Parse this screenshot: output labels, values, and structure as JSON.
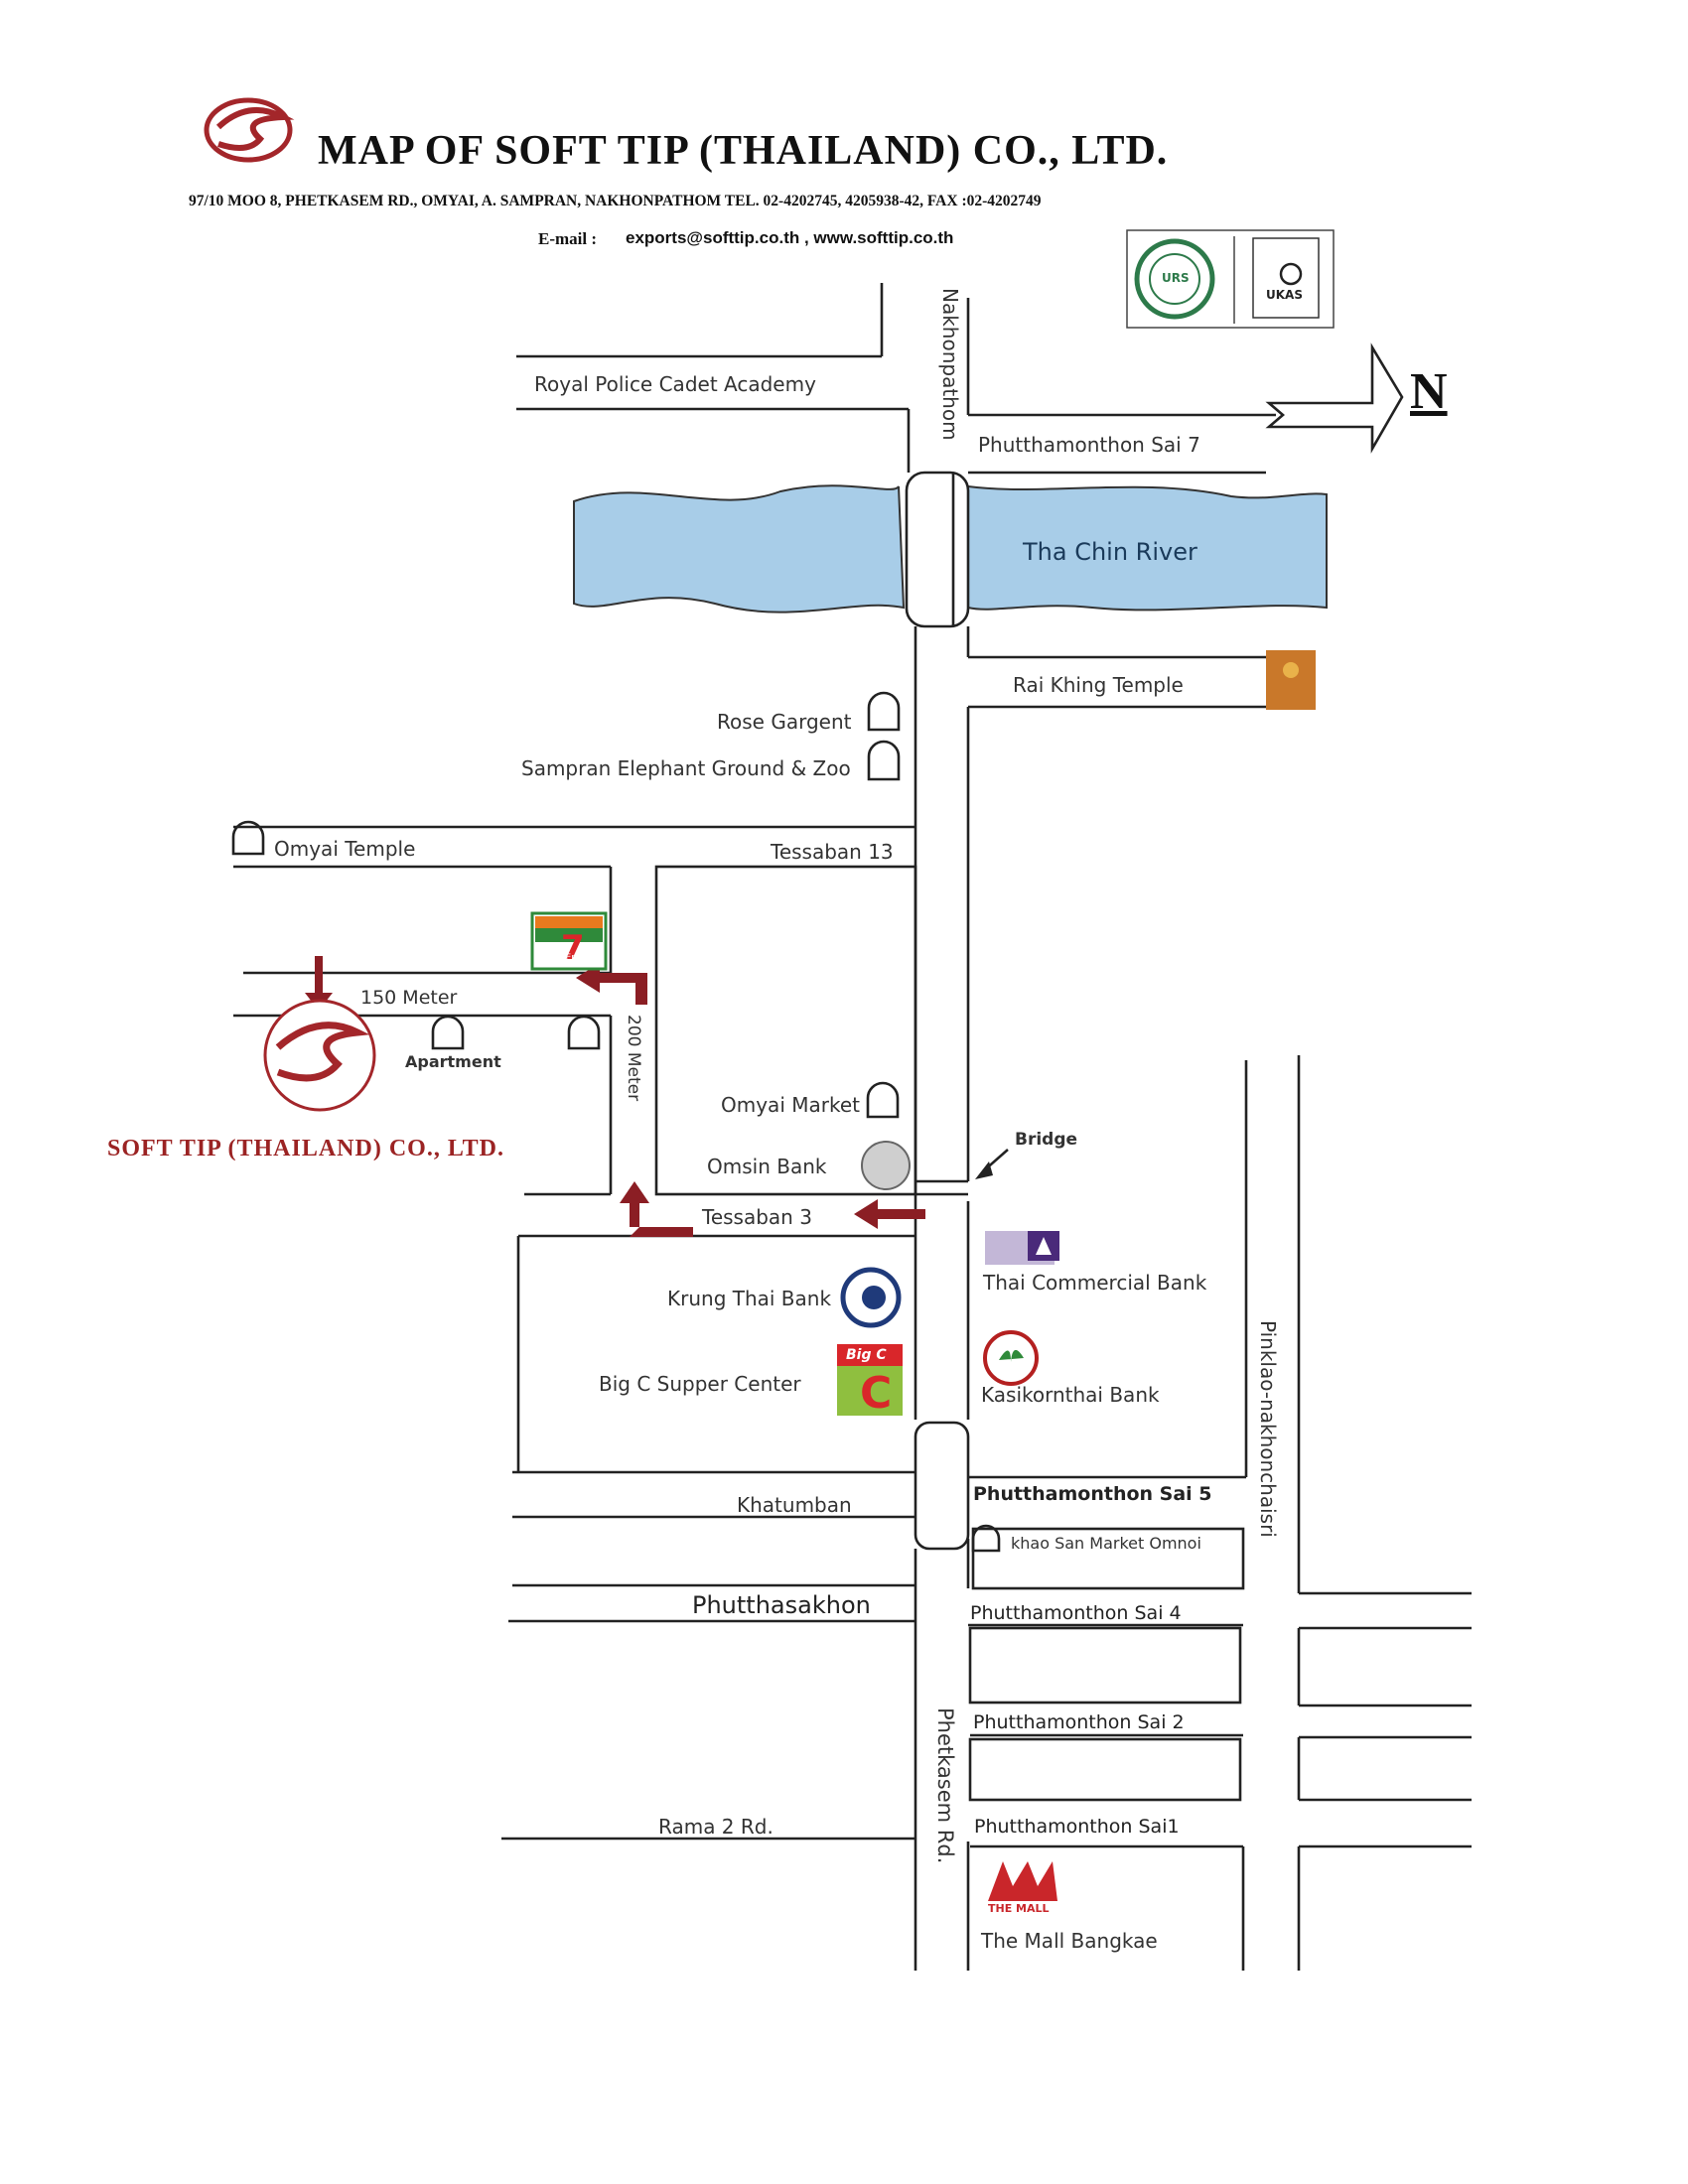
{
  "header": {
    "title": "MAP  OF  SOFT TIP (THAILAND) CO., LTD.",
    "address": "97/10 MOO 8, PHETKASEM  RD.,  OMYAI,  A. SAMPRAN, NAKHONPATHOM  TEL. 02-4202745, 4205938-42, FAX :02-4202749",
    "email_label": "E-mail :",
    "email_value": "exports@softtip.co.th , www.softtip.co.th"
  },
  "compass": {
    "label": "N"
  },
  "roads": {
    "nakhonpathom": "Nakhonpathom",
    "phetkasem": "Phetkasem Rd.",
    "pinklao": "Pinklao-nakhonchaisri",
    "sai7": "Phutthamonthon Sai 7",
    "sai5": "Phutthamonthon Sai 5",
    "sai4": "Phutthamonthon Sai 4",
    "sai2": "Phutthamonthon Sai 2",
    "sai1": "Phutthamonthon Sai1",
    "tessaban13": "Tessaban 13",
    "tessaban3": "Tessaban 3",
    "khatumban": "Khatumban",
    "phutthasakhon": "Phutthasakhon",
    "rama2": "Rama 2 Rd."
  },
  "distances": {
    "meter150": "150  Meter",
    "meter200": "200 Meter"
  },
  "river": {
    "label": "Tha Chin River"
  },
  "places": {
    "police_academy": "Royal Police Cadet  Academy",
    "rai_khing": "Rai Khing Temple",
    "rose_garden": "Rose Gargent",
    "elephant": "Sampran Elephant Ground & Zoo",
    "omyai_temple": "Omyai Temple",
    "apartment": "Apartment",
    "omyai_market": "Omyai Market",
    "omsin_bank": "Omsin Bank",
    "bridge": "Bridge",
    "scb": "Thai Commercial Bank",
    "krungthai": "Krung Thai Bank",
    "bigc": "Big C Supper Center",
    "kasikorn": "Kasikornthai Bank",
    "khaosan": "khao San Market Omnoi",
    "mall": "The Mall Bangkae"
  },
  "logos": {
    "seven_eleven": "ELEVEn",
    "bigc": "Big C",
    "mall": "THE MALL",
    "ukas": "UKAS",
    "urs": "URS"
  },
  "company": {
    "name": "SOFT TIP (THAILAND) CO., LTD."
  },
  "colors": {
    "river": "#a8cde8",
    "brand_red": "#a3262a",
    "arrow_red": "#8b1e24",
    "road": "#222222"
  }
}
